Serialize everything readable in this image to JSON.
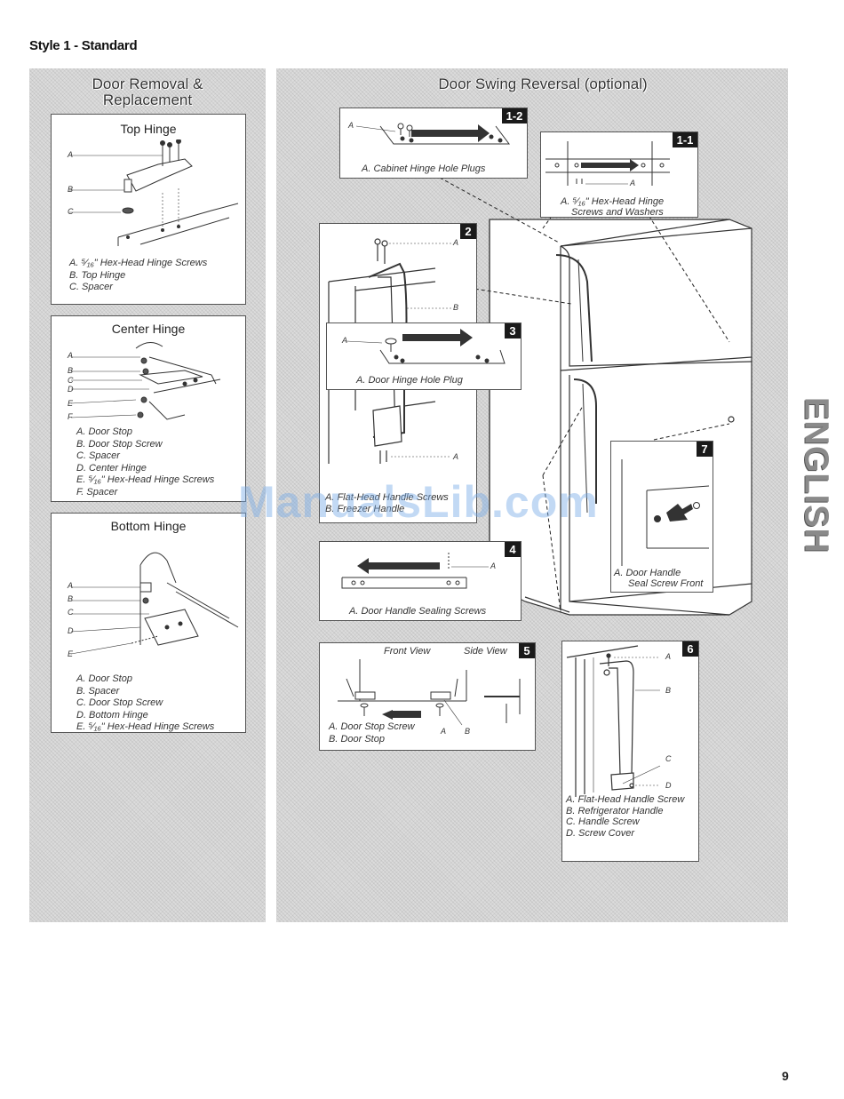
{
  "style_title": "Style 1 - Standard",
  "left_panel": {
    "title_line1": "Door Removal &",
    "title_line2": "Replacement",
    "top_hinge": {
      "title": "Top Hinge",
      "callouts": [
        "A",
        "B",
        "C"
      ],
      "legend": [
        "A. ⁵⁄₁₆\" Hex-Head Hinge Screws",
        "B. Top Hinge",
        "C. Spacer"
      ]
    },
    "center_hinge": {
      "title": "Center Hinge",
      "callouts": [
        "A",
        "B",
        "C",
        "D",
        "E",
        "F"
      ],
      "legend": [
        "A. Door Stop",
        "B. Door Stop Screw",
        "C. Spacer",
        "D. Center Hinge",
        "E. ⁵⁄₁₆\" Hex-Head Hinge Screws",
        "F. Spacer"
      ]
    },
    "bottom_hinge": {
      "title": "Bottom Hinge",
      "callouts": [
        "A",
        "B",
        "C",
        "D",
        "E"
      ],
      "legend": [
        "A. Door Stop",
        "B. Spacer",
        "C. Door Stop Screw",
        "D. Bottom Hinge",
        "E. ⁵⁄₁₆\" Hex-Head Hinge Screws"
      ]
    }
  },
  "right_panel": {
    "title": "Door Swing Reversal (optional)",
    "step_1_2": {
      "badge": "1-2",
      "callout": "A",
      "caption": "A. Cabinet Hinge Hole Plugs"
    },
    "step_1_1": {
      "badge": "1-1",
      "callout": "A",
      "caption_line1": "A. ⁵⁄₁₆\" Hex-Head Hinge",
      "caption_line2": "Screws and Washers"
    },
    "step_2": {
      "badge": "2",
      "callouts": [
        "A",
        "B",
        "A"
      ],
      "caption_line1": "A. Flat-Head Handle Screws",
      "caption_line2": "B. Freezer Handle"
    },
    "step_3": {
      "badge": "3",
      "callout": "A",
      "caption": "A. Door Hinge Hole Plug"
    },
    "step_4": {
      "badge": "4",
      "callout": "A",
      "caption": "A. Door Handle Sealing Screws"
    },
    "step_5": {
      "badge": "5",
      "front_view": "Front View",
      "side_view": "Side View",
      "callouts": [
        "A",
        "B"
      ],
      "legend": [
        "A. Door Stop Screw",
        "B. Door Stop"
      ]
    },
    "step_6": {
      "badge": "6",
      "callouts": [
        "A",
        "B",
        "C",
        "D"
      ],
      "legend": [
        "A. Flat-Head Handle Screw",
        "B. Refrigerator Handle",
        "C. Handle Screw",
        "D. Screw Cover"
      ]
    },
    "step_7": {
      "badge": "7",
      "caption_line1": "A. Door Handle",
      "caption_line2": "Seal Screw Front"
    }
  },
  "watermark": "ManualsLib.com",
  "side_tab": "ENGLISH",
  "page_number": "9"
}
